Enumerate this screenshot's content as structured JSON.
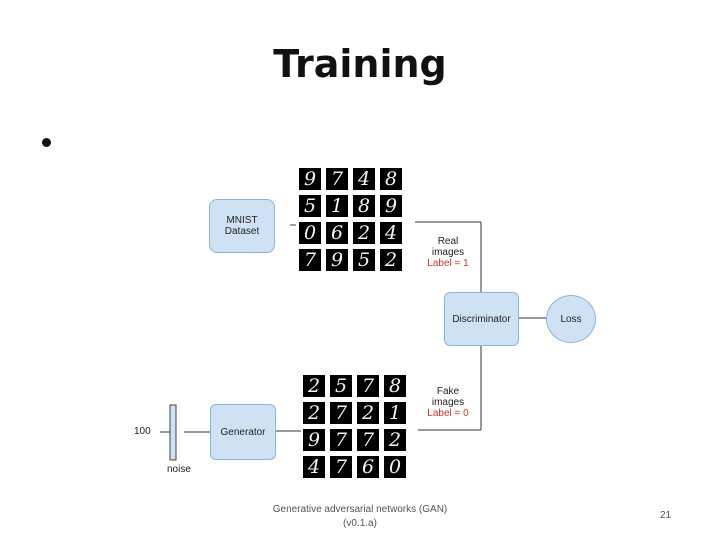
{
  "slide": {
    "title": "Training",
    "footer": {
      "line1": "Generative adversarial networks (GAN)",
      "line2": "(v0.1.a)"
    },
    "page_number": "21"
  },
  "diagram": {
    "mnist": {
      "line1": "MNIST",
      "line2": "Dataset"
    },
    "discriminator": "Discriminator",
    "loss": "Loss",
    "generator": "Generator",
    "noise_size": "100",
    "noise_label": "noise",
    "real": {
      "line1": "Real",
      "line2": "images",
      "label": "Label = 1"
    },
    "fake": {
      "line1": "Fake",
      "line2": "images",
      "label": "Label = 0"
    },
    "real_digits": [
      "9",
      "7",
      "4",
      "8",
      "5",
      "1",
      "8",
      "9",
      "0",
      "6",
      "2",
      "4",
      "7",
      "9",
      "5",
      "2"
    ],
    "fake_digits": [
      "2",
      "5",
      "7",
      "8",
      "2",
      "7",
      "2",
      "1",
      "9",
      "7",
      "7",
      "2",
      "4",
      "7",
      "6",
      "0"
    ]
  },
  "colors": {
    "box_fill": "#cfe2f3",
    "box_border": "#8fb4d6",
    "label_red": "#c0392b"
  }
}
